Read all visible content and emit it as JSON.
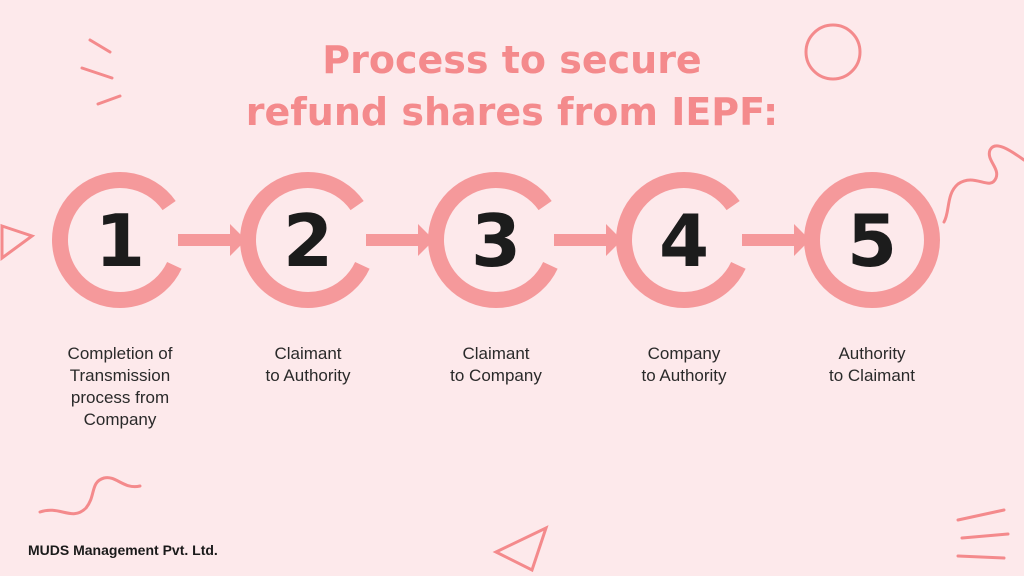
{
  "title": {
    "line1": "Process to secure",
    "line2": "refund shares from IEPF:"
  },
  "colors": {
    "background": "#fde9eb",
    "accent": "#f48a8c",
    "ring": "#f5999b",
    "text": "#2a2a2a"
  },
  "steps": [
    {
      "number": "1",
      "label": "Completion of\nTransmission\nprocess from\nCompany"
    },
    {
      "number": "2",
      "label": "Claimant\nto Authority"
    },
    {
      "number": "3",
      "label": "Claimant\nto Company"
    },
    {
      "number": "4",
      "label": "Company\nto Authority"
    },
    {
      "number": "5",
      "label": "Authority\nto Claimant"
    }
  ],
  "footer": {
    "company": "MUDS Management Pvt. Ltd."
  }
}
